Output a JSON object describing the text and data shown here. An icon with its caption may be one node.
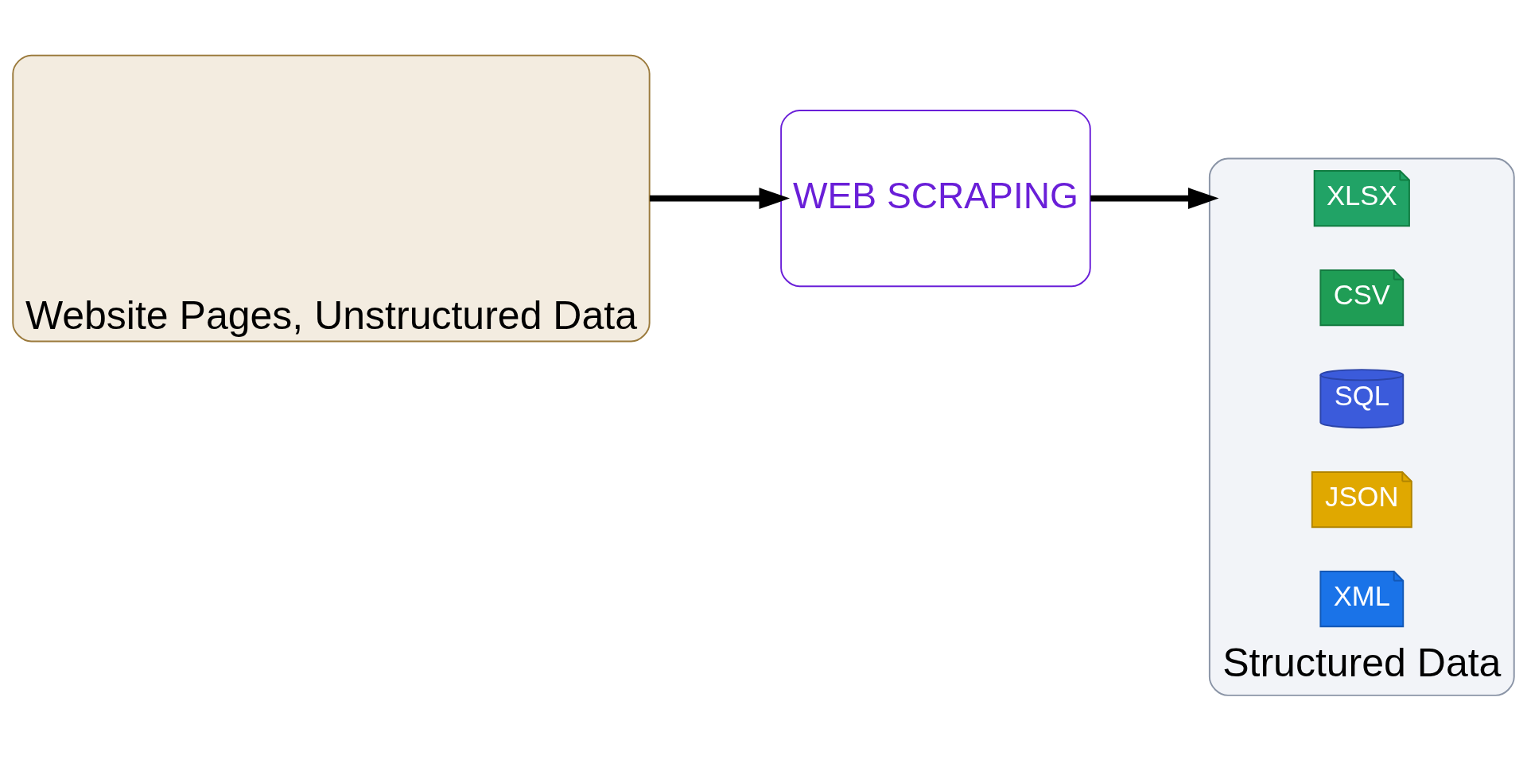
{
  "diagram": {
    "nodes": [
      {
        "text": [
          "Website Pages, Unstructured Data"
        ]
      },
      {
        "text": [
          "WEB SCRAPING"
        ]
      },
      {
        "text": [
          "Structured Data"
        ]
      },
      {
        "text": [
          "XLSX"
        ],
        "in": 2
      },
      {
        "text": [
          "CSV"
        ],
        "in": 2
      },
      {
        "text": [
          "SQL"
        ],
        "in": 2
      },
      {
        "text": [
          "JSON"
        ],
        "in": 2
      },
      {
        "text": [
          "XML"
        ],
        "in": 2
      }
    ],
    "edges": [
      {
        "from": 0,
        "to": 1,
        "arrow": "to"
      },
      {
        "from": 1,
        "to": 2,
        "arrow": "to"
      }
    ]
  }
}
